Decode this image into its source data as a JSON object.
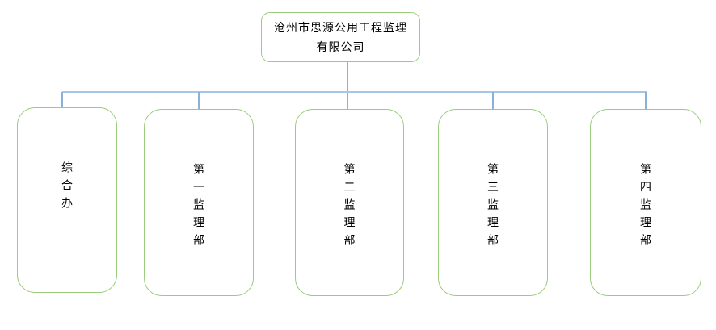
{
  "org_chart": {
    "root": {
      "label": "沧州市思源公用工程监理\n有限公司"
    },
    "departments": [
      {
        "label": "综合办"
      },
      {
        "label": "第一监理部"
      },
      {
        "label": "第二监理部"
      },
      {
        "label": "第三监理部"
      },
      {
        "label": "第四监理部"
      }
    ],
    "colors": {
      "box_border": "#9bcb7d",
      "connector_horizontal": "#a6c6e8",
      "connector_vertical": "#8ab1da",
      "text": "#000000",
      "background": "#ffffff"
    }
  }
}
